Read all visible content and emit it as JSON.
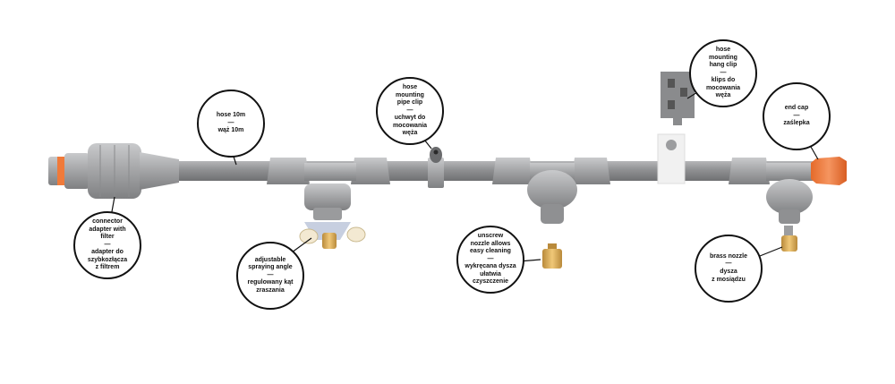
{
  "theme": {
    "pipe": "#8e8f91",
    "fitting": "#a8a9ab",
    "fitting_dark": "#7d7e80",
    "accent_orange": "#f07a3a",
    "brass": "#d9a94f",
    "ink": "#111111"
  },
  "callouts": [
    {
      "id": "hose",
      "lines": [
        "hose 10m",
        "—",
        "wąż 10m"
      ]
    },
    {
      "id": "pipe-clip",
      "lines": [
        "hose",
        "mounting",
        "pipe clip",
        "—",
        "uchwyt do",
        "mocowania",
        "węża"
      ]
    },
    {
      "id": "hang-clip",
      "lines": [
        "hose",
        "mounting",
        "hang clip",
        "—",
        "klips do",
        "mocowania",
        "węża"
      ]
    },
    {
      "id": "end-cap",
      "lines": [
        "end cap",
        "—",
        "zaślepka"
      ]
    },
    {
      "id": "connector",
      "lines": [
        "connector",
        "adapter with",
        "filter",
        "—",
        "adapter do",
        "szybkozłącza",
        "z filtrem"
      ]
    },
    {
      "id": "spray-angle",
      "lines": [
        "adjustable",
        "spraying angle",
        "—",
        "regulowany kąt",
        "zraszania"
      ]
    },
    {
      "id": "unscrew",
      "lines": [
        "unscrew",
        "nozzle allows",
        "easy cleaning",
        "—",
        "wykręcana dysza",
        "ułatwia",
        "czyszczenie"
      ]
    },
    {
      "id": "brass",
      "lines": [
        "brass nozzle",
        "—",
        "dysza",
        "z mosiądzu"
      ]
    }
  ]
}
